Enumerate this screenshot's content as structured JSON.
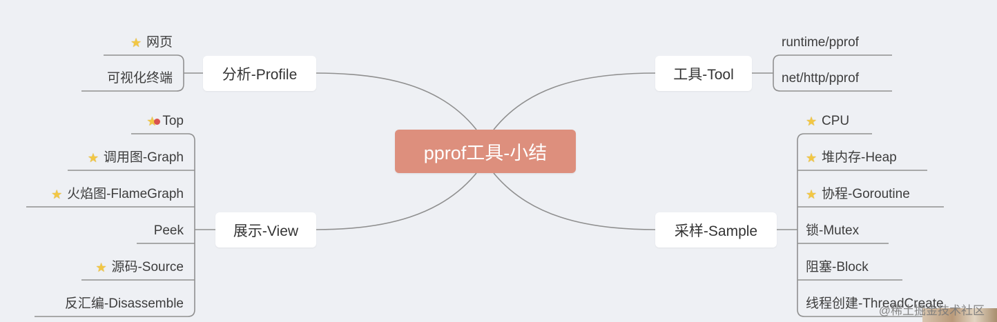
{
  "title": "pprof工具-小结",
  "branches": {
    "profile": {
      "label": "分析-Profile",
      "leaves": [
        {
          "text": "网页",
          "star": true
        },
        {
          "text": "可视化终端",
          "star": false
        }
      ]
    },
    "view": {
      "label": "展示-View",
      "leaves": [
        {
          "text": "Top",
          "star": true
        },
        {
          "text": "调用图-Graph",
          "star": true
        },
        {
          "text": "火焰图-FlameGraph",
          "star": true
        },
        {
          "text": "Peek",
          "star": false
        },
        {
          "text": "源码-Source",
          "star": true
        },
        {
          "text": "反汇编-Disassemble",
          "star": false
        }
      ]
    },
    "tool": {
      "label": "工具-Tool",
      "leaves": [
        {
          "text": "runtime/pprof",
          "star": false
        },
        {
          "text": "net/http/pprof",
          "star": false
        }
      ]
    },
    "sample": {
      "label": "采样-Sample",
      "leaves": [
        {
          "text": "CPU",
          "star": true
        },
        {
          "text": "堆内存-Heap",
          "star": true
        },
        {
          "text": "协程-Goroutine",
          "star": true
        },
        {
          "text": "锁-Mutex",
          "star": false
        },
        {
          "text": "阻塞-Block",
          "star": false
        },
        {
          "text": "线程创建-ThreadCreate",
          "star": false
        }
      ]
    }
  },
  "watermark": "@稀土掘金技术社区",
  "colors": {
    "central": "#dd8f7d",
    "background": "#eef0f4",
    "line": "#8f8f8f",
    "star": "#f2c744"
  }
}
